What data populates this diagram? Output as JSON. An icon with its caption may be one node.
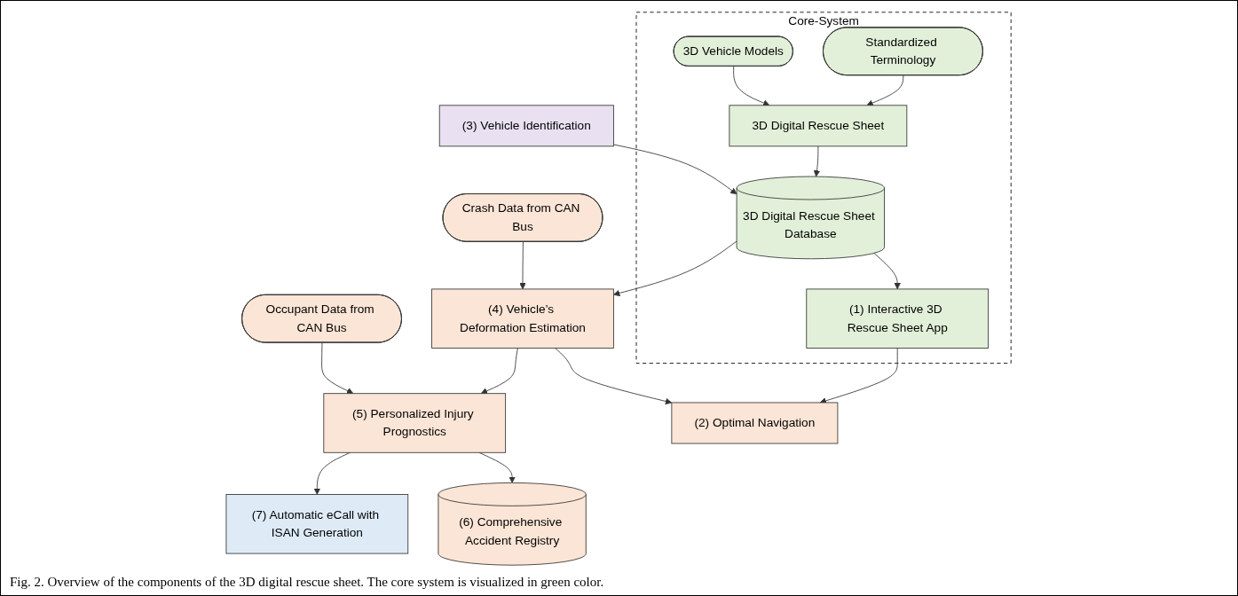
{
  "diagram": {
    "caption": "Fig. 2.   Overview of the components of the 3D digital rescue sheet. The core system is visualized in green color.",
    "nodes": [
      {
        "text": [
          "Core-System"
        ]
      },
      {
        "text": [
          "Standardized Terminology"
        ],
        "in": 0
      },
      {
        "text": [
          "3D Vehicle Models"
        ],
        "in": 0
      },
      {
        "text": [
          "3D Digital Rescue Sheet"
        ],
        "in": 0
      },
      {
        "text": [
          "3D Digital Rescue Sheet Database"
        ],
        "in": 0
      },
      {
        "text": [
          "(1) Interactive 3D Rescue Sheet App"
        ],
        "in": 0
      },
      {
        "text": [
          "(3) Vehicle Identification"
        ]
      },
      {
        "text": [
          "Crash Data from CAN Bus"
        ]
      },
      {
        "text": [
          "(4) Vehicle’s Deformation Estimation"
        ]
      },
      {
        "text": [
          "Occupant Data from CAN Bus"
        ]
      },
      {
        "text": [
          "(5) Personalized Injury Prognostics"
        ]
      },
      {
        "text": [
          "(7) Automatic eCall with ISAN Generation"
        ]
      },
      {
        "text": [
          "(2) Optimal Navigation"
        ]
      },
      {
        "text": [
          "(6) Comprehensive Accident Registry"
        ]
      }
    ],
    "edges": [
      {
        "from": 1,
        "to": 3,
        "arrow": "to"
      },
      {
        "from": 2,
        "to": 3,
        "arrow": "to"
      },
      {
        "from": 3,
        "to": 4,
        "arrow": "to"
      },
      {
        "from": 6,
        "to": 4,
        "arrow": "to"
      },
      {
        "from": 4,
        "to": 8,
        "arrow": "to"
      },
      {
        "from": 7,
        "to": 8,
        "arrow": "to"
      },
      {
        "from": 8,
        "to": 10,
        "arrow": "to"
      },
      {
        "from": 9,
        "to": 10,
        "arrow": "to"
      },
      {
        "from": 10,
        "to": 11,
        "arrow": "to"
      },
      {
        "from": 4,
        "to": 5,
        "arrow": "to"
      },
      {
        "from": 5,
        "to": 12,
        "arrow": "to"
      },
      {
        "from": 8,
        "to": 12,
        "arrow": "to"
      },
      {
        "from": 10,
        "to": 13,
        "arrow": "to"
      }
    ]
  }
}
